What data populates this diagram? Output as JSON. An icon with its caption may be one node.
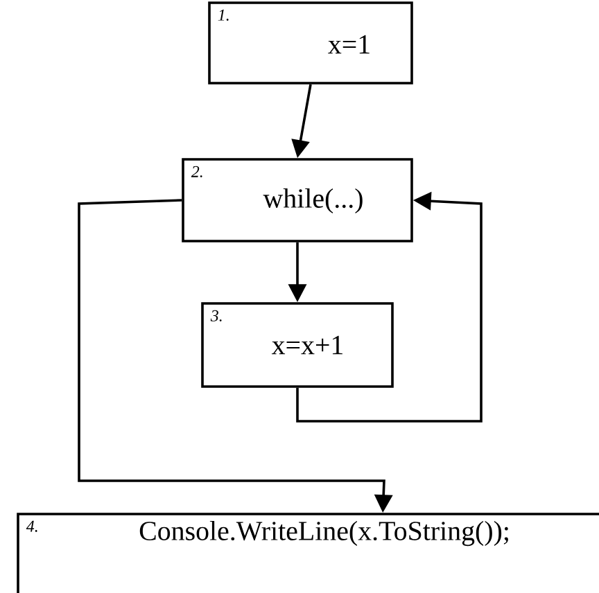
{
  "diagram": {
    "nodes": [
      {
        "text": [
          "1.",
          "x=1"
        ]
      },
      {
        "text": [
          "2.",
          "while(...)"
        ]
      },
      {
        "text": [
          "3.",
          "x=x+1"
        ]
      },
      {
        "text": [
          "4.",
          "Console.WriteLine(x.ToString());"
        ]
      }
    ],
    "edges": [
      {
        "from": 0,
        "to": 1,
        "arrow": "to"
      },
      {
        "from": 1,
        "to": 2,
        "arrow": "to"
      },
      {
        "from": 2,
        "to": 1,
        "arrow": "to"
      },
      {
        "from": 1,
        "to": 3,
        "arrow": "to"
      }
    ]
  }
}
